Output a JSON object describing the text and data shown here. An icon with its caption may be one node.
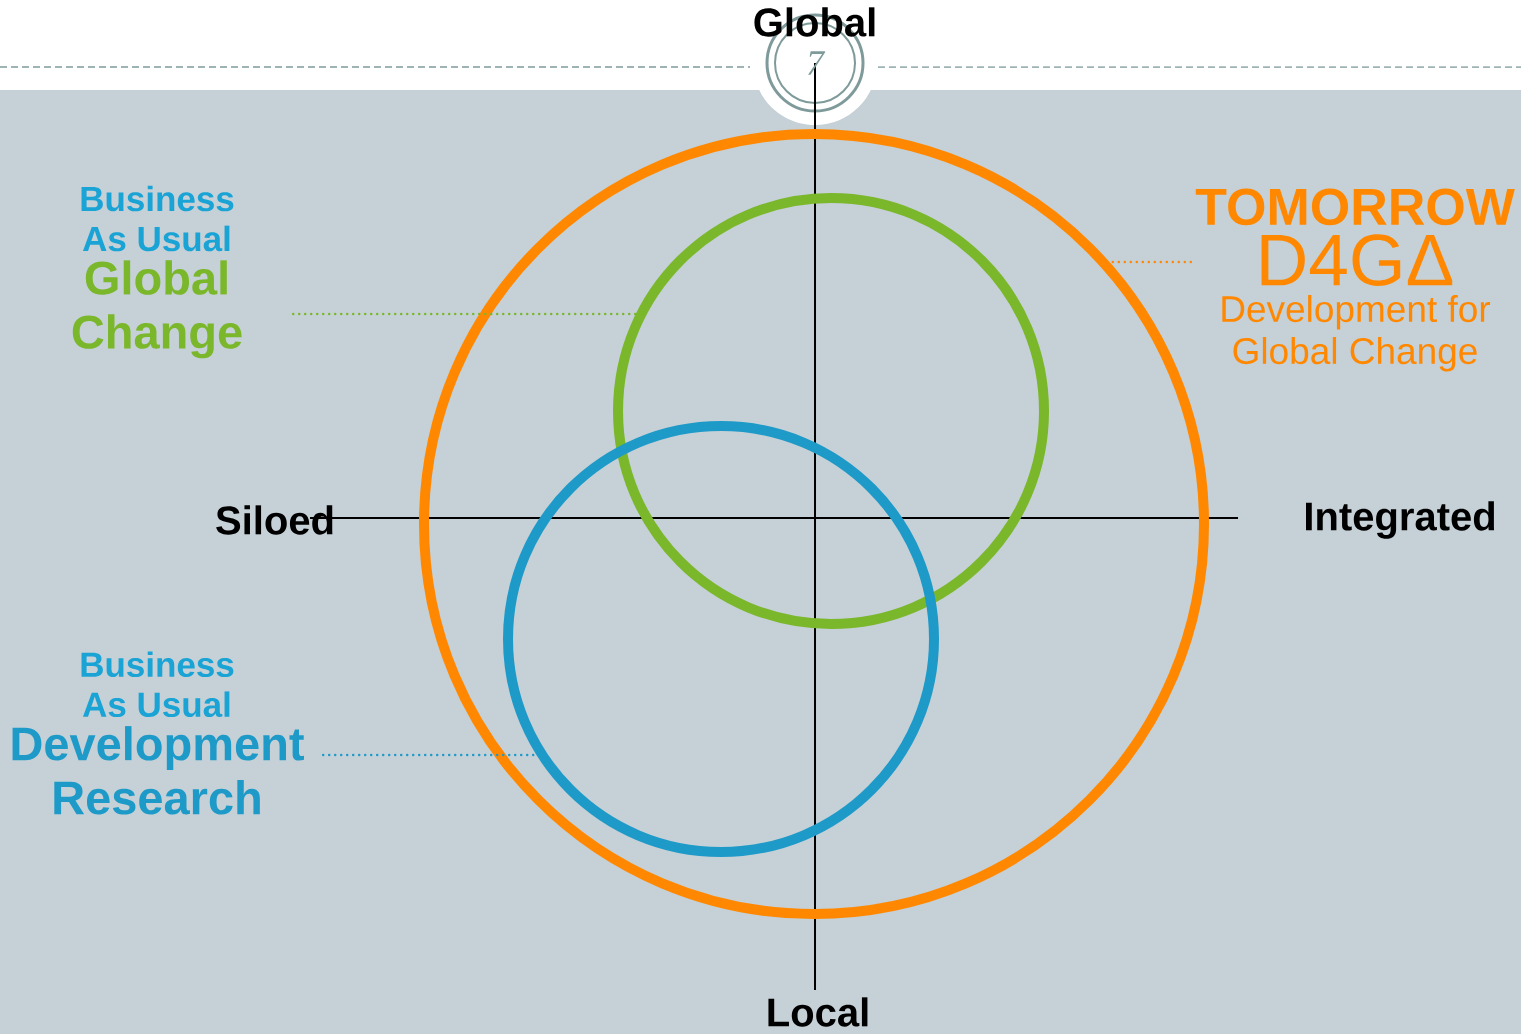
{
  "diagram": {
    "nodes": [
      {
        "text": [],
        "shape": "circle"
      },
      {
        "text": [],
        "shape": "circle",
        "in": 0
      },
      {
        "text": [],
        "shape": "circle",
        "in": 0
      },
      {
        "text": [
          "Business As Usual",
          "Global Change"
        ]
      },
      {
        "text": [
          "Business As Usual",
          "Development Research"
        ]
      },
      {
        "text": [
          "TOMORROW",
          "D4GΔ",
          "Development for Global Change"
        ]
      }
    ],
    "edges": [
      {
        "from": 3,
        "to": 1,
        "arrow": "none",
        "color": "#7ab72a"
      },
      {
        "from": 4,
        "to": 2,
        "arrow": "none",
        "color": "#1e9ac8"
      },
      {
        "from": 5,
        "to": 0,
        "arrow": "none",
        "color": "#ff8800"
      }
    ],
    "labels": [
      "Global",
      "7",
      "Siloed",
      "Integrated",
      "Local"
    ]
  }
}
